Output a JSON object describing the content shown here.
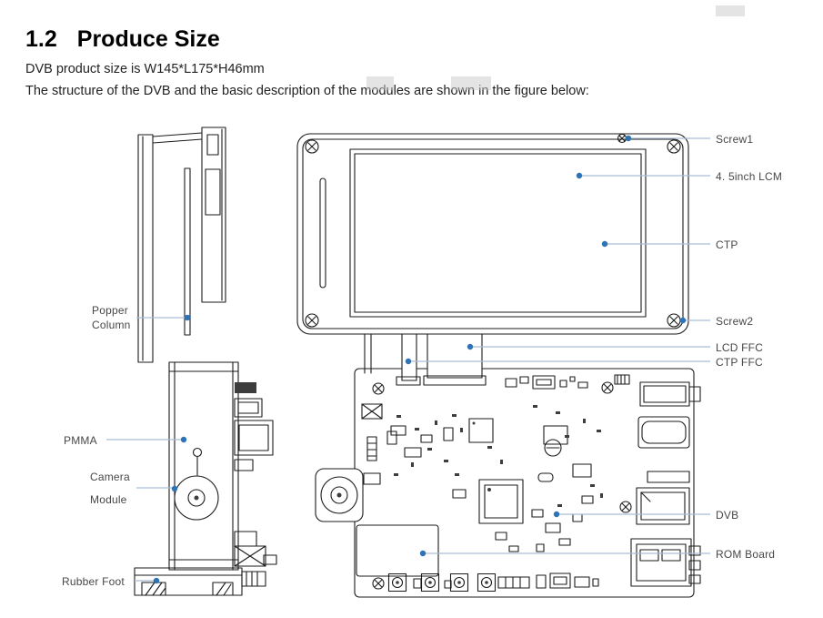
{
  "document": {
    "heading": {
      "number": "1.2",
      "title": "Produce Size"
    },
    "paragraphs": [
      "DVB product size is W145*L175*H46mm",
      "The structure of the DVB and the basic description of the modules are shown in the figure below:"
    ]
  },
  "figure": {
    "callouts_right": [
      {
        "id": "screw1",
        "label": "Screw1"
      },
      {
        "id": "lcm",
        "label": "4. 5inch LCM"
      },
      {
        "id": "ctp",
        "label": "CTP"
      },
      {
        "id": "screw2",
        "label": "Screw2"
      },
      {
        "id": "lcd-ffc",
        "label": "LCD FFC"
      },
      {
        "id": "ctp-ffc",
        "label": "CTP FFC"
      },
      {
        "id": "dvb",
        "label": "DVB"
      },
      {
        "id": "rom-board",
        "label": "ROM Board"
      }
    ],
    "callouts_left": [
      {
        "id": "popper-column",
        "label": "Popper\nColumn"
      },
      {
        "id": "pmma",
        "label": "PMMA"
      },
      {
        "id": "camera-module",
        "label": "Camera\nModule"
      },
      {
        "id": "rubber-foot",
        "label": "Rubber Foot"
      }
    ],
    "colors": {
      "leader_line": "#a8bdd6",
      "leader_dot": "#2e74b5",
      "drawing": "#1b1b1b",
      "text": "#474747"
    }
  }
}
